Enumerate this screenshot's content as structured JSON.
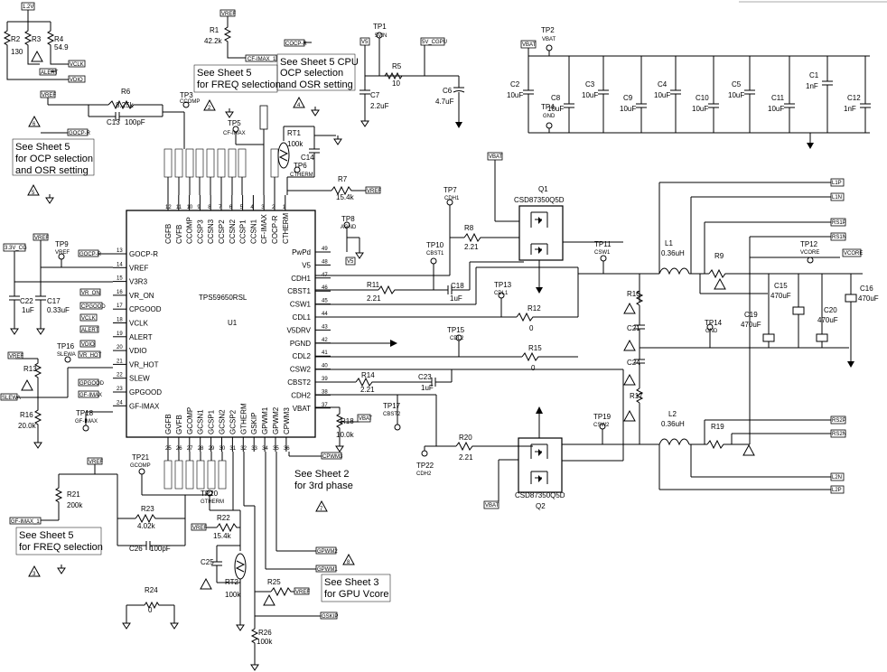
{
  "ic": {
    "ref": "U1",
    "part": "TPS59650RSL"
  },
  "left_pins": [
    {
      "n": "13",
      "name": "GOCP-R"
    },
    {
      "n": "14",
      "name": "VREF"
    },
    {
      "n": "15",
      "name": "V3R3"
    },
    {
      "n": "16",
      "name": "VR_ON"
    },
    {
      "n": "17",
      "name": "CPGOOD"
    },
    {
      "n": "18",
      "name": "VCLK"
    },
    {
      "n": "19",
      "name": "ALERT"
    },
    {
      "n": "20",
      "name": "VDIO"
    },
    {
      "n": "21",
      "name": "VR_HOT"
    },
    {
      "n": "22",
      "name": "SLEW"
    },
    {
      "n": "23",
      "name": "GPGOOD"
    },
    {
      "n": "24",
      "name": "GF-IMAX"
    }
  ],
  "right_pins": [
    {
      "n": "49",
      "name": "PwPd"
    },
    {
      "n": "48",
      "name": "V5"
    },
    {
      "n": "47",
      "name": "CDH1"
    },
    {
      "n": "46",
      "name": "CBST1"
    },
    {
      "n": "45",
      "name": "CSW1"
    },
    {
      "n": "44",
      "name": "CDL1"
    },
    {
      "n": "43",
      "name": "V5DRV"
    },
    {
      "n": "42",
      "name": "PGND"
    },
    {
      "n": "41",
      "name": "CDL2"
    },
    {
      "n": "40",
      "name": "CSW2"
    },
    {
      "n": "39",
      "name": "CBST2"
    },
    {
      "n": "38",
      "name": "CDH2"
    },
    {
      "n": "37",
      "name": "VBAT"
    }
  ],
  "top_pins": [
    {
      "n": "12",
      "name": "CGFB"
    },
    {
      "n": "11",
      "name": "CVFB"
    },
    {
      "n": "10",
      "name": "CCOMP"
    },
    {
      "n": "9",
      "name": "CCSP3"
    },
    {
      "n": "8",
      "name": "CCSN3"
    },
    {
      "n": "7",
      "name": "CCSP2"
    },
    {
      "n": "6",
      "name": "CCSN2"
    },
    {
      "n": "5",
      "name": "CCSP1"
    },
    {
      "n": "4",
      "name": "CCSN1"
    },
    {
      "n": "3",
      "name": "CF-IMAX"
    },
    {
      "n": "2",
      "name": "COCP-R"
    },
    {
      "n": "1",
      "name": "CTHERM"
    }
  ],
  "bottom_pins": [
    {
      "n": "25",
      "name": "GGFB"
    },
    {
      "n": "26",
      "name": "GVFB"
    },
    {
      "n": "27",
      "name": "GCOMP"
    },
    {
      "n": "28",
      "name": "GCSN1"
    },
    {
      "n": "29",
      "name": "GCSP1"
    },
    {
      "n": "30",
      "name": "GCSN2"
    },
    {
      "n": "31",
      "name": "GCSP2"
    },
    {
      "n": "32",
      "name": "GTHERM"
    },
    {
      "n": "33",
      "name": "GSKIP"
    },
    {
      "n": "34",
      "name": "GPWM1"
    },
    {
      "n": "35",
      "name": "GPWM2"
    },
    {
      "n": "36",
      "name": "CPWM3"
    }
  ],
  "notes": {
    "n1": [
      "See Sheet 5",
      "for FREQ selection"
    ],
    "n2": [
      "See Sheet 5 CPU",
      "OCP selection",
      "and OSR setting"
    ],
    "n3": [
      "See Sheet 5",
      "for OCP selection",
      "and OSR setting"
    ],
    "n4": [
      "See Sheet 2",
      "for 3rd phase"
    ],
    "n5": [
      "See Sheet 5",
      "for FREQ selection"
    ],
    "n6": [
      "See Sheet 3",
      "for GPU Vcore"
    ]
  },
  "labels": {
    "r2": [
      "R2",
      "130"
    ],
    "r3": [
      "R3"
    ],
    "r4": [
      "R4",
      "54.9"
    ],
    "v12": "1.2V",
    "vclk": "VCLK",
    "alert": "ALERT",
    "vdio": "VDIO",
    "r1": [
      "R1",
      "42.2k"
    ],
    "cfimax1": "CF-IMAX_1",
    "vref": "VREF",
    "gocpr": "GOCP-R",
    "cocpr": "COCP-R",
    "v5": "V5",
    "v5cgpu": "5V_CGPU",
    "tp1": [
      "TP1",
      "5VIN"
    ],
    "r5": [
      "R5",
      "10"
    ],
    "c7": [
      "C7",
      "2.2uF"
    ],
    "c6": [
      "C6",
      "4.7uF"
    ],
    "r6": [
      "R6",
      "8.25k"
    ],
    "c13": [
      "C13",
      "100pF"
    ],
    "tp3": [
      "TP3",
      "CCOMP"
    ],
    "tp5": [
      "TP5",
      "CF-IMAX"
    ],
    "rt1": [
      "RT1",
      "100k"
    ],
    "c14": "C14",
    "tp6": [
      "TP6",
      "CTHERM"
    ],
    "r7": [
      "R7",
      "15.4k"
    ],
    "tp8": [
      "TP8",
      "AGND"
    ],
    "v33": "3.3V_CG",
    "tp9": [
      "TP9",
      "VREF"
    ],
    "c22": [
      "C22",
      "1uF"
    ],
    "c17": [
      "C17",
      "0.33uF"
    ],
    "vron": "VR_ON",
    "cpgood": "CPGOOD",
    "vrhot": "VR_HOT",
    "r13": "R13",
    "tp16": [
      "TP16",
      "SLEWA"
    ],
    "slewa": "SLEWA",
    "r16": [
      "R16",
      "20.0k"
    ],
    "gpgood": "GPGOOD",
    "gfimax": "GF-IMAX",
    "tp18": [
      "TP18",
      "GF-IMAX"
    ],
    "tp7": [
      "TP7",
      "CDH1"
    ],
    "r8": [
      "R8",
      "2.21"
    ],
    "tp10": [
      "TP10",
      "CBST1"
    ],
    "r11": [
      "R11",
      "2.21"
    ],
    "c18": [
      "C18",
      "1uF"
    ],
    "tp13": [
      "TP13",
      "CDL1"
    ],
    "r12": [
      "R12",
      "0"
    ],
    "tp15": [
      "TP15",
      "CDL2"
    ],
    "r15": [
      "R15",
      "0"
    ],
    "r14": [
      "R14",
      "2.21"
    ],
    "c23": [
      "C23",
      "1uF"
    ],
    "tp17": [
      "TP17",
      "CBST2"
    ],
    "r18": [
      "R18",
      "10.0k"
    ],
    "vbat": "VBAT",
    "tp22": [
      "TP22",
      "CDH2"
    ],
    "r20": [
      "R20",
      "2.21"
    ],
    "q1": [
      "Q1",
      "CSD87350Q5D"
    ],
    "q2": [
      "CSD87350Q5D",
      "Q2"
    ],
    "tp11": [
      "TP11",
      "CSW1"
    ],
    "tp19": [
      "TP19",
      "CSW2"
    ],
    "l1": [
      "L1",
      "0.36uH"
    ],
    "l2": [
      "L2",
      "0.36uH"
    ],
    "r9": "R9",
    "r19": "R19",
    "r10": "R10",
    "c21": "C21",
    "c24": "C24",
    "r17": "R17",
    "tp12": [
      "TP12",
      "VCORE"
    ],
    "vcore": "VCORE",
    "tp14": [
      "TP14",
      "GND"
    ],
    "c15": [
      "C15",
      "470uF"
    ],
    "c16": [
      "C16",
      "470uF"
    ],
    "c19": [
      "C19",
      "470uF"
    ],
    "c20": [
      "C20",
      "470uF"
    ],
    "l1p": "L1P",
    "l1n": "L1N",
    "rs1p": "RS1P",
    "rs1n": "RS1N",
    "rs2p": "RS2P",
    "rs2n": "RS2N",
    "l2n": "L2N",
    "l2p": "L2P",
    "tp2": [
      "TP2",
      "VBAT"
    ],
    "tp4": [
      "TP4",
      "GND"
    ],
    "caps": [
      [
        "C2",
        "10uF"
      ],
      [
        "C8",
        "10uF"
      ],
      [
        "C3",
        "10uF"
      ],
      [
        "C9",
        "10uF"
      ],
      [
        "C4",
        "10uF"
      ],
      [
        "C10",
        "10uF"
      ],
      [
        "C5",
        "10uF"
      ],
      [
        "C11",
        "10uF"
      ],
      [
        "C1",
        "1nF"
      ],
      [
        "C12",
        "1nF"
      ]
    ],
    "tp21": [
      "TP21",
      "GCOMP"
    ],
    "r21": [
      "R21",
      "200k"
    ],
    "gfimax1": "GF-IMAX_1",
    "r23": [
      "R23",
      "4.02k"
    ],
    "c26": [
      "C26",
      "100pF"
    ],
    "tp20": [
      "TP20",
      "GTHERM"
    ],
    "r22": [
      "R22",
      "15.4k"
    ],
    "c25": "C25",
    "rt2": [
      "RT2",
      "100k"
    ],
    "r25": "R25",
    "r24": [
      "R24",
      "0"
    ],
    "r26": [
      "R26",
      "100k"
    ],
    "cpwm3": "CPWM3",
    "gpwm2": "GPWM2",
    "gpwm1": "GPWM1",
    "gskip": "GSKIP"
  },
  "flags": [
    "1",
    "2",
    "3",
    "4",
    "5",
    "6",
    "7",
    "8"
  ]
}
